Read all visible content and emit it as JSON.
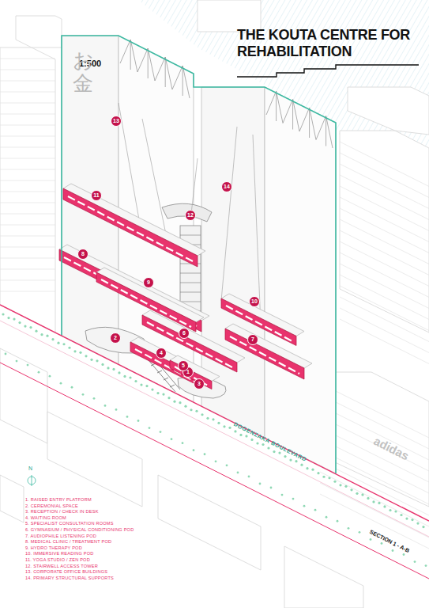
{
  "diagram": {
    "title": "THE KOUTA CENTRE FOR REHABILITATION",
    "labels": [
      "1:500",
      "1",
      "2",
      "3",
      "4",
      "5",
      "6",
      "7",
      "8",
      "9",
      "10",
      "11",
      "12",
      "13",
      "14",
      "DOGENZAKA BOULEVARD",
      "N",
      "SECTION 1 - A-B",
      "お金",
      "adidas"
    ],
    "legend": [
      {
        "text": "1. RAISED ENTRY PLATFORM"
      },
      {
        "text": "2. CEREMONIAL SPACE"
      },
      {
        "text": "3. RECEPTION / CHECK IN DESK"
      },
      {
        "text": "4. WAITING ROOM"
      },
      {
        "text": "5. SPECIALIST CONSULTATION ROOMS"
      },
      {
        "text": "6. GYMNASIUM / PHYSICAL CONDITIONING POD"
      },
      {
        "text": "7. AUDIOPHILE LISTENING POD"
      },
      {
        "text": "8. MEDICAL CLINIC / TREATMENT POD"
      },
      {
        "text": "9. HYDRO THERAPY POD"
      },
      {
        "text": "10. IMMERSIVE READING POD"
      },
      {
        "text": "11. YOGA STUDIO / ZEN POD"
      },
      {
        "text": "12. STAIRWELL ACCESS TOWER"
      },
      {
        "text": "13. CORPORATE OFFICE BUILDINGS"
      },
      {
        "text": "14. PRIMARY STRUCTURAL SUPPORTS"
      }
    ]
  }
}
